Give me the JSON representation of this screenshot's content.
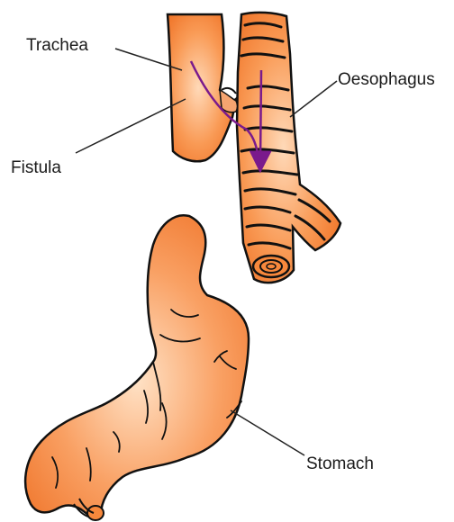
{
  "labels": {
    "trachea": "Trachea",
    "fistula": "Fistula",
    "oesophagus": "Oesophagus",
    "stomach": "Stomach"
  },
  "colors": {
    "tissue_light": "#ffd0a6",
    "tissue_mid": "#f7883c",
    "tissue_dark": "#ee6d20",
    "outline": "#111111",
    "flow_arrow": "#7a1a8c",
    "leader_line": "#222222"
  },
  "components": [
    "trachea",
    "oesophagus",
    "fistula",
    "stomach",
    "flow-arrow"
  ]
}
